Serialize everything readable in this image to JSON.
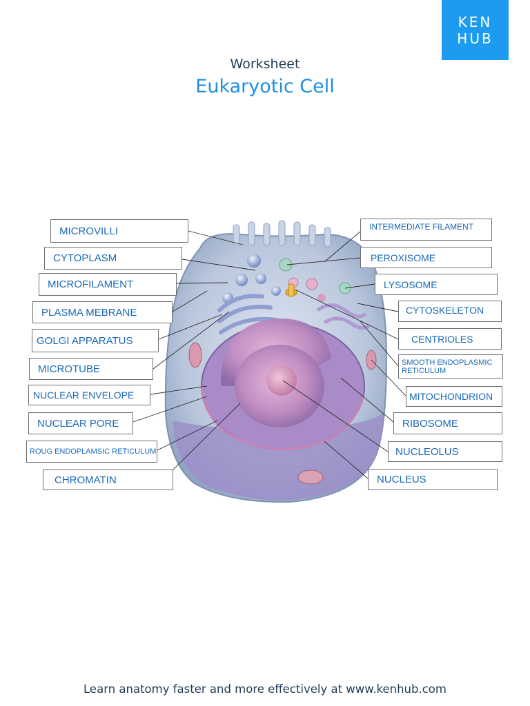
{
  "logo": {
    "line1": "KEN",
    "line2": "HUB"
  },
  "header": {
    "subtitle": "Worksheet",
    "title": "Eukaryotic Cell"
  },
  "labels": {
    "left": [
      "MICROVILLI",
      "CYTOPLASM",
      "MICROFILAMENT",
      "PLASMA MEBRANE",
      "GOLGI APPARATUS",
      "MICROTUBE",
      "NUCLEAR ENVELOPE",
      "NUCLEAR PORE",
      "ROUG ENDOPLAMSIC RETICULUM",
      "CHROMATIN"
    ],
    "right": [
      "INTERMEDIATE FILAMENT",
      "PEROXISOME",
      "LYSOSOME",
      "CYTOSKELETON",
      "CENTRIOLES",
      "SMOOTH ENDOPLASMIC RETICULUM",
      "MITOCHONDRION",
      "RIBOSOME",
      "NUCLEOLUS",
      "NUCLEUS"
    ]
  },
  "footer": {
    "text": "Learn anatomy faster and more effectively at www.kenhub.com"
  },
  "colors": {
    "brand": "#1d9bf0",
    "label_text": "#1a69b8",
    "title_blue": "#1d8ee6",
    "dark_text": "#1f3b57"
  }
}
